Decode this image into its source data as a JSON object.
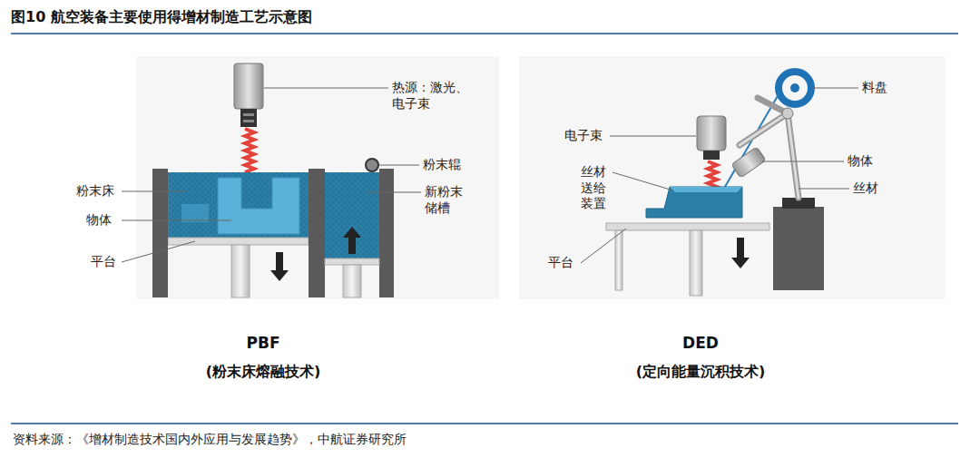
{
  "diagram": {
    "title": "图10 航空装备主要使用得增材制造工艺示意图",
    "caption": "资料来源：《增材制造技术国内外应用与发展趋势》，中航证券研究所",
    "labels": [
      "热源：激光、 电子束",
      "粉末辊",
      "粉末床",
      "新粉末 储槽",
      "物体",
      "平台",
      "PBF",
      "(粉末床熔融技术)",
      "料盘",
      "电子束",
      "丝材送给 装置",
      "物体",
      "丝材",
      "平台",
      "DED",
      "(定向能量沉积技术)"
    ]
  }
}
